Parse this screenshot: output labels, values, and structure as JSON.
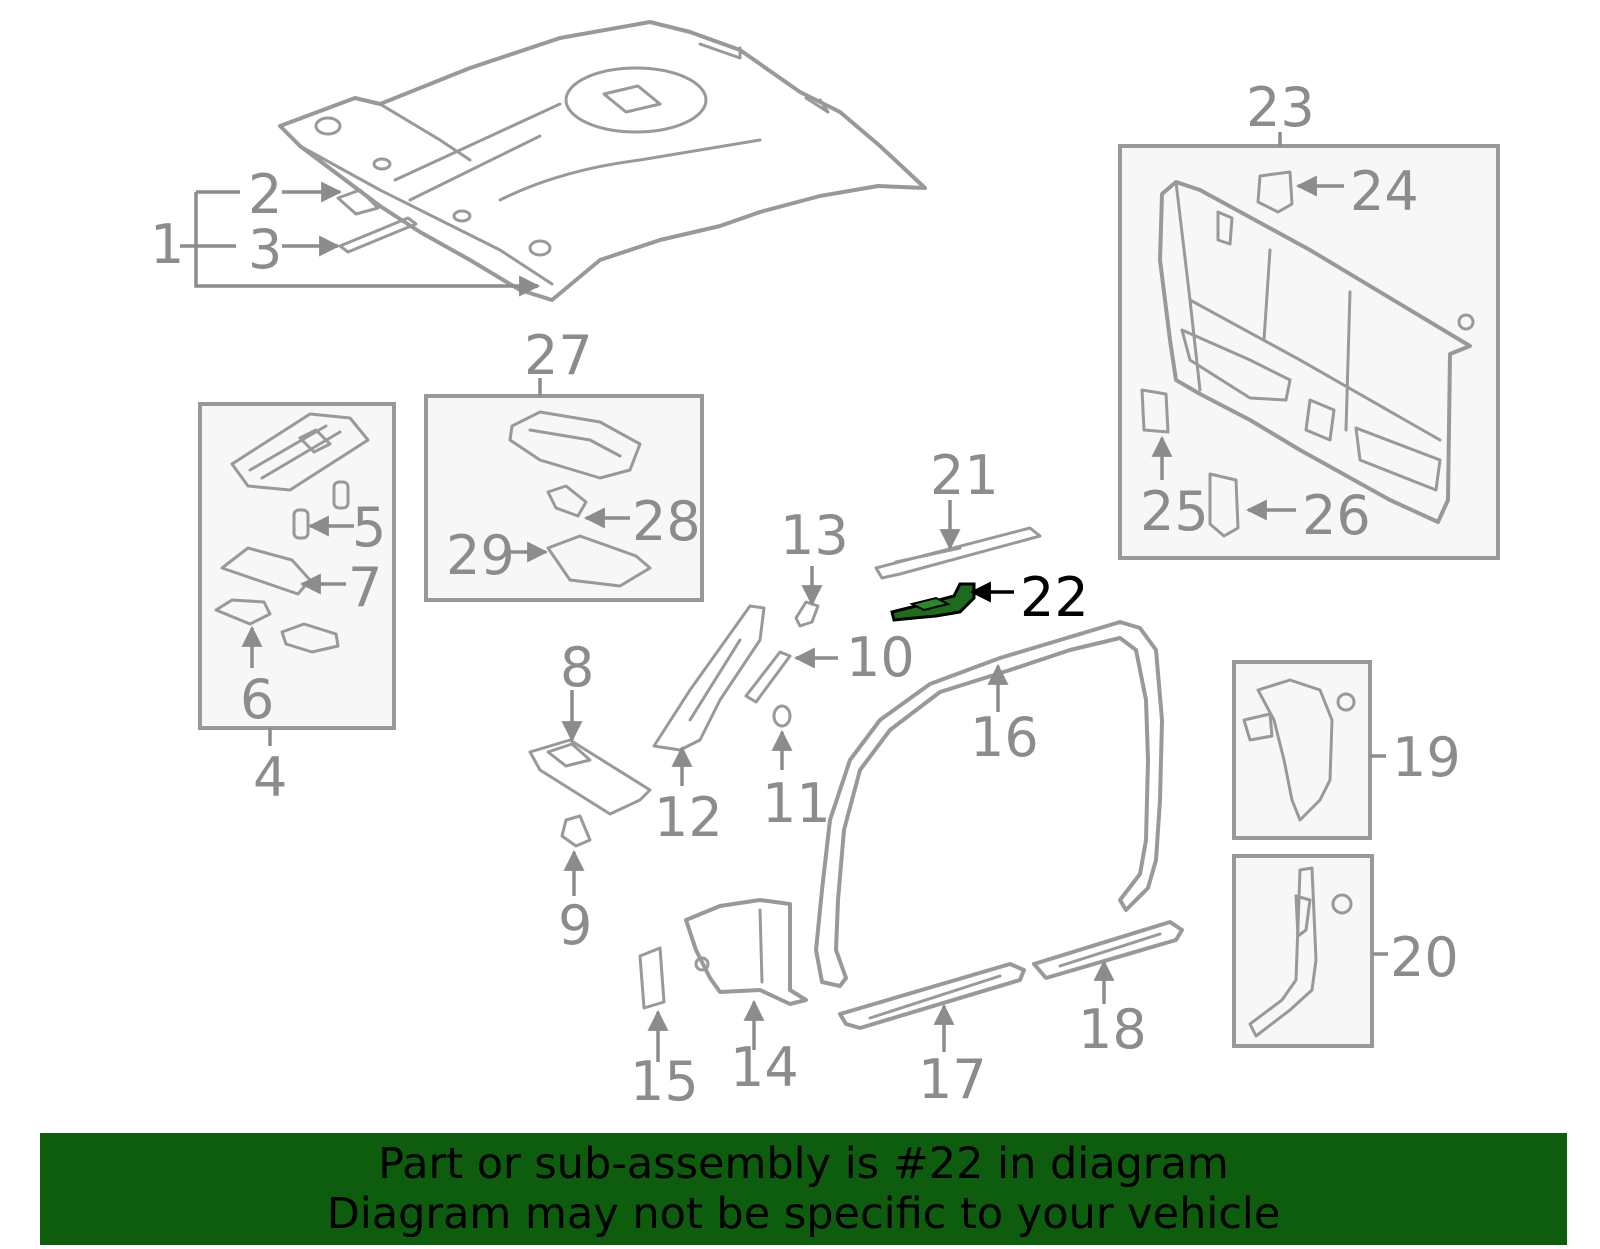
{
  "callouts": [
    "1",
    "2",
    "3",
    "4",
    "5",
    "6",
    "7",
    "8",
    "9",
    "10",
    "11",
    "12",
    "13",
    "14",
    "15",
    "16",
    "17",
    "18",
    "19",
    "20",
    "21",
    "22",
    "23",
    "24",
    "25",
    "26",
    "27",
    "28",
    "29"
  ],
  "highlighted_part": "22",
  "colors": {
    "highlight": "#1e6b1e",
    "banner": "#0e5c0e",
    "line": "#999999",
    "box_fill": "#f7f7f7"
  },
  "banner": {
    "line1": "Part or sub-assembly is #22 in diagram",
    "line2": "Diagram may not be specific to your vehicle"
  }
}
